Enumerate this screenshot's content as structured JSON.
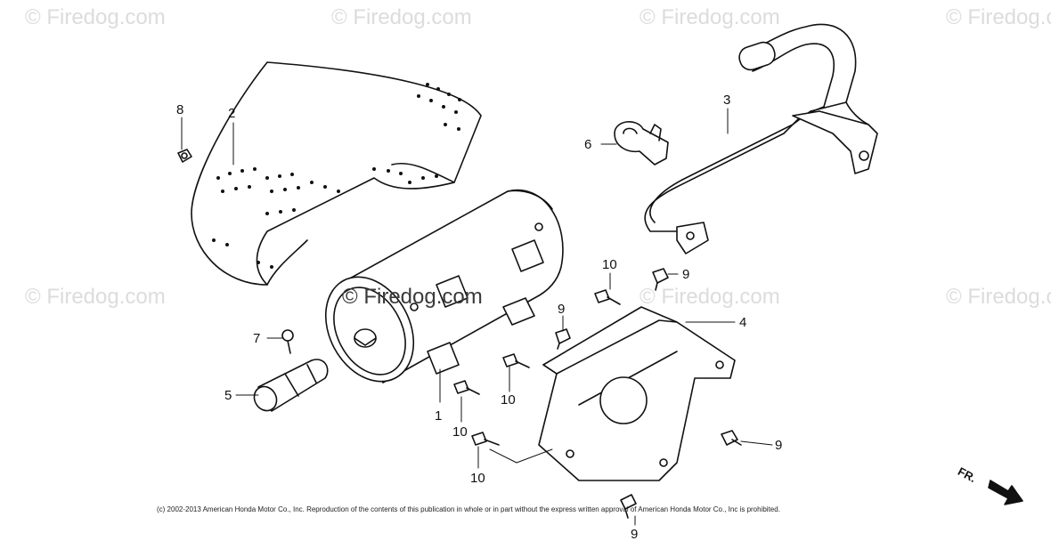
{
  "watermark": "© Firedog.com",
  "callouts": {
    "c1": "1",
    "c2": "2",
    "c3": "3",
    "c4": "4",
    "c5": "5",
    "c6": "6",
    "c7": "7",
    "c8": "8",
    "c9a": "9",
    "c9b": "9",
    "c9c": "9",
    "c9d": "9",
    "c10a": "10",
    "c10b": "10",
    "c10c": "10",
    "c10d": "10"
  },
  "copyright": "(c) 2002-2013 American Honda Motor Co., Inc. Reproduction of the contents of this publication in whole or in part without the express written approval of American Honda Motor Co., Inc is prohibited.",
  "front_indicator": "FR."
}
